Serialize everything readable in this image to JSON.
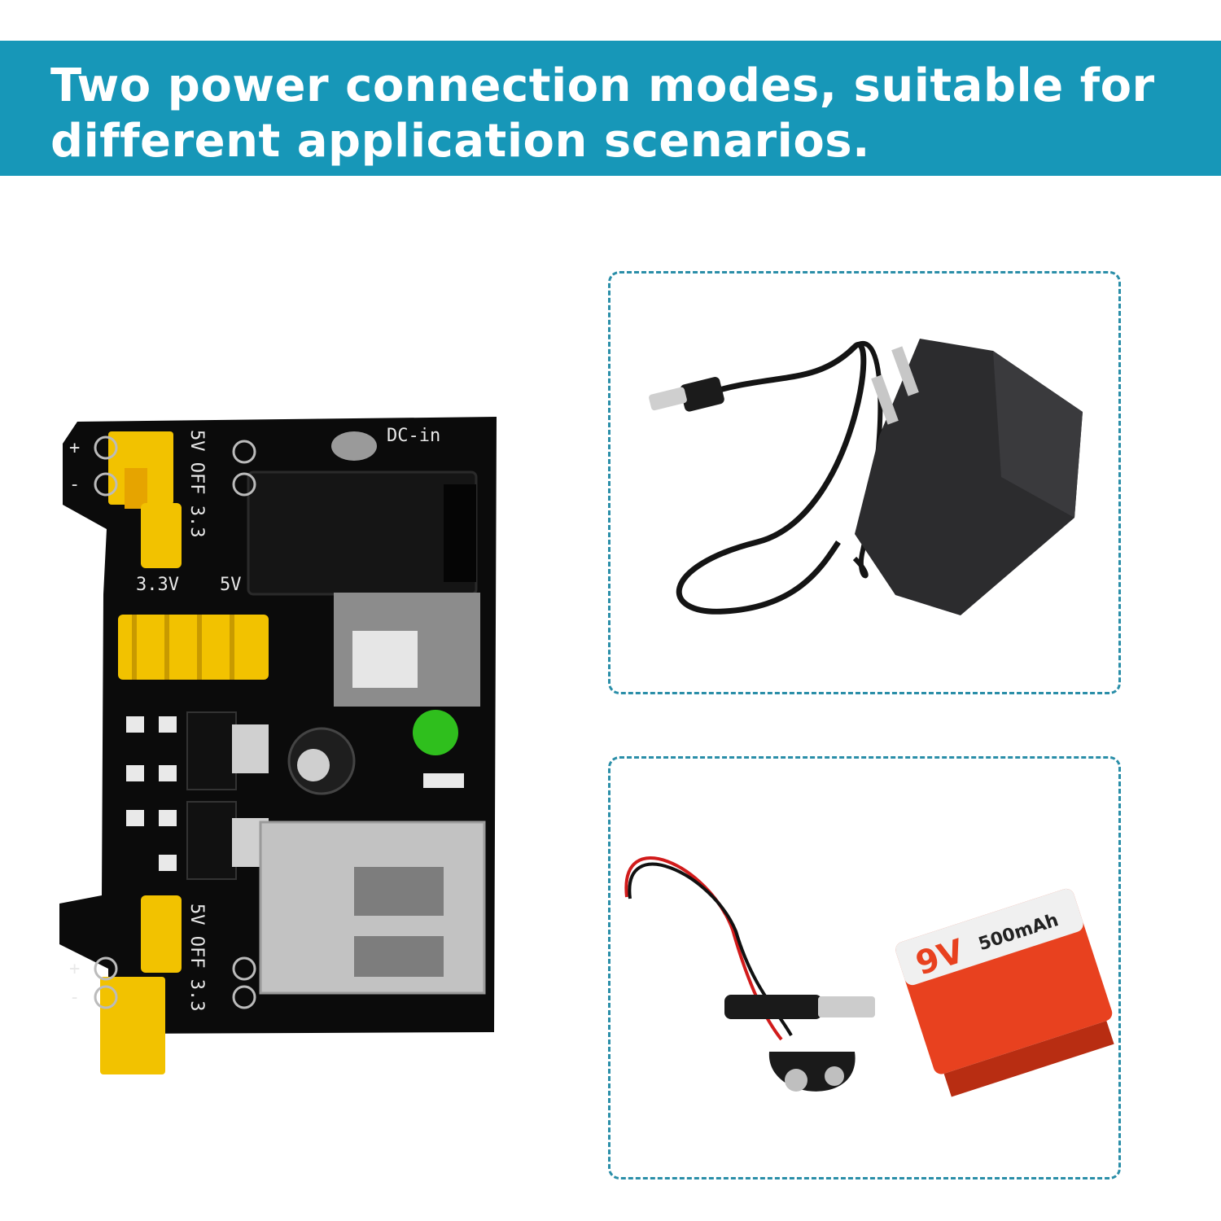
{
  "banner": {
    "title_line1": "Two power connection modes, suitable for",
    "title_line2": "different application scenarios."
  },
  "board": {
    "dc_in_label": "DC-in",
    "top_jumper_label": "5V OFF 3.3",
    "bottom_jumper_label": "5V OFF 3.3",
    "label_33v": "3.3V",
    "label_5v": "5V",
    "plus_sign": "+",
    "minus_sign": "-"
  },
  "battery": {
    "voltage": "9V",
    "capacity": "500mAh"
  },
  "colors": {
    "banner": "#1797b8",
    "panel_border": "#2a8ea8",
    "pcb": "#0b0b0b",
    "jumper": "#f2c200",
    "battery": "#e8411f"
  }
}
